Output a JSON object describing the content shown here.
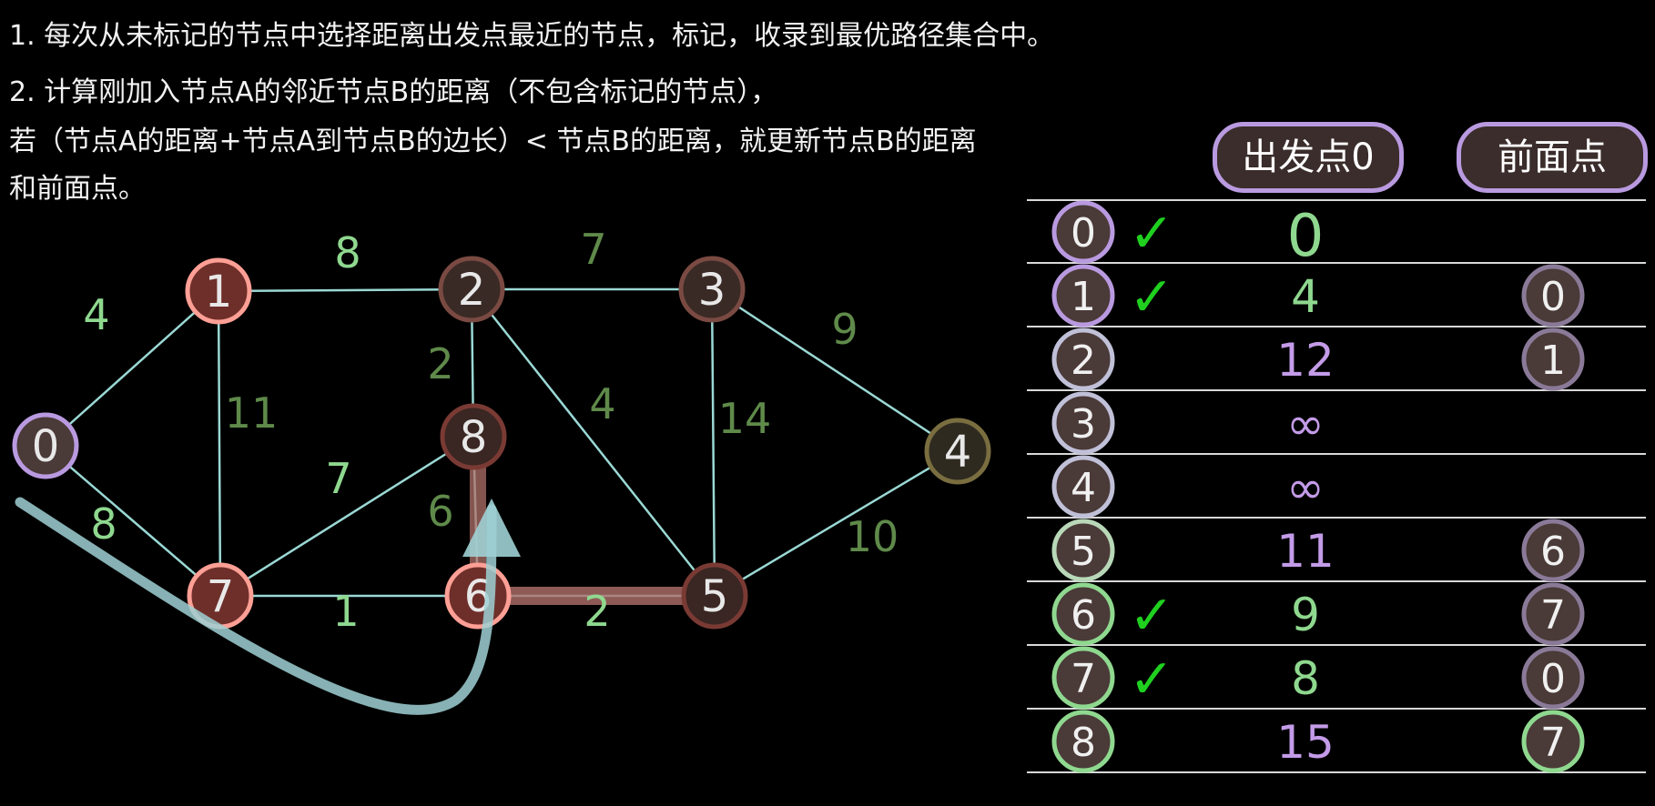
{
  "instructions": [
    "1. 每次从未标记的节点中选择距离出发点最近的节点，标记，收录到最优路径集合中。",
    "2. 计算刚加入节点A的邻近节点B的距离（不包含标记的节点），",
    "若（节点A的距离+节点A到节点B的边长）< 节点B的距离，就更新节点B的距离",
    "和前面点。"
  ],
  "table": {
    "header_distance": "出发点0",
    "header_prev": "前面点",
    "check_symbol": "✓",
    "rows": [
      {
        "node": "0",
        "checked": true,
        "distance": "0",
        "dist_color": "#8fd88f",
        "prev": "",
        "ring": "#b99ae0"
      },
      {
        "node": "1",
        "checked": true,
        "distance": "4",
        "dist_color": "#8fd88f",
        "prev": "0",
        "ring": "#b99ae0"
      },
      {
        "node": "2",
        "checked": false,
        "distance": "12",
        "dist_color": "#c39be8",
        "prev": "1",
        "ring": "#c0c0d8"
      },
      {
        "node": "3",
        "checked": false,
        "distance": "∞",
        "dist_color": "#c39be8",
        "prev": "",
        "ring": "#c0c0d8"
      },
      {
        "node": "4",
        "checked": false,
        "distance": "∞",
        "dist_color": "#c39be8",
        "prev": "",
        "ring": "#c0c0d8"
      },
      {
        "node": "5",
        "checked": false,
        "distance": "11",
        "dist_color": "#c39be8",
        "prev": "6",
        "ring": "#b8d8b8"
      },
      {
        "node": "6",
        "checked": true,
        "distance": "9",
        "dist_color": "#8fd88f",
        "prev": "7",
        "ring": "#8fd88f"
      },
      {
        "node": "7",
        "checked": true,
        "distance": "8",
        "dist_color": "#8fd88f",
        "prev": "0",
        "ring": "#8fd88f"
      },
      {
        "node": "8",
        "checked": false,
        "distance": "15",
        "dist_color": "#c39be8",
        "prev": "7",
        "ring": "#8fd88f"
      }
    ]
  },
  "graph": {
    "nodes": [
      {
        "id": "0",
        "fill": "#4a3a38",
        "stroke": "#b99ae0"
      },
      {
        "id": "1",
        "fill": "#6e2f2a",
        "stroke": "#ff9f95"
      },
      {
        "id": "2",
        "fill": "#3a2a26",
        "stroke": "#7a4a42"
      },
      {
        "id": "3",
        "fill": "#3a2a26",
        "stroke": "#7a4a42"
      },
      {
        "id": "4",
        "fill": "#2e2a20",
        "stroke": "#7a6e40"
      },
      {
        "id": "5",
        "fill": "#3a2622",
        "stroke": "#7a3a34"
      },
      {
        "id": "6",
        "fill": "#6e2f2a",
        "stroke": "#ff9f95"
      },
      {
        "id": "7",
        "fill": "#6e2f2a",
        "stroke": "#ff9f95"
      },
      {
        "id": "8",
        "fill": "#3a2622",
        "stroke": "#7a3a34"
      }
    ],
    "edges": [
      {
        "from": "0",
        "to": "1",
        "weight": "4"
      },
      {
        "from": "0",
        "to": "7",
        "weight": "8"
      },
      {
        "from": "1",
        "to": "2",
        "weight": "8"
      },
      {
        "from": "1",
        "to": "7",
        "weight": "11"
      },
      {
        "from": "2",
        "to": "3",
        "weight": "7"
      },
      {
        "from": "2",
        "to": "8",
        "weight": "2"
      },
      {
        "from": "2",
        "to": "5",
        "weight": "4"
      },
      {
        "from": "3",
        "to": "4",
        "weight": "9"
      },
      {
        "from": "3",
        "to": "5",
        "weight": "14"
      },
      {
        "from": "4",
        "to": "5",
        "weight": "10"
      },
      {
        "from": "7",
        "to": "8",
        "weight": "7"
      },
      {
        "from": "7",
        "to": "6",
        "weight": "1"
      },
      {
        "from": "6",
        "to": "8",
        "weight": "6"
      },
      {
        "from": "6",
        "to": "5",
        "weight": "2"
      }
    ],
    "colors": {
      "edge": "#9ad8d4",
      "weight_bright": "#8fd88f",
      "weight_dim": "#5f8a4a",
      "highlight": "#b0706a",
      "arrow": "#9fd0d4"
    }
  }
}
